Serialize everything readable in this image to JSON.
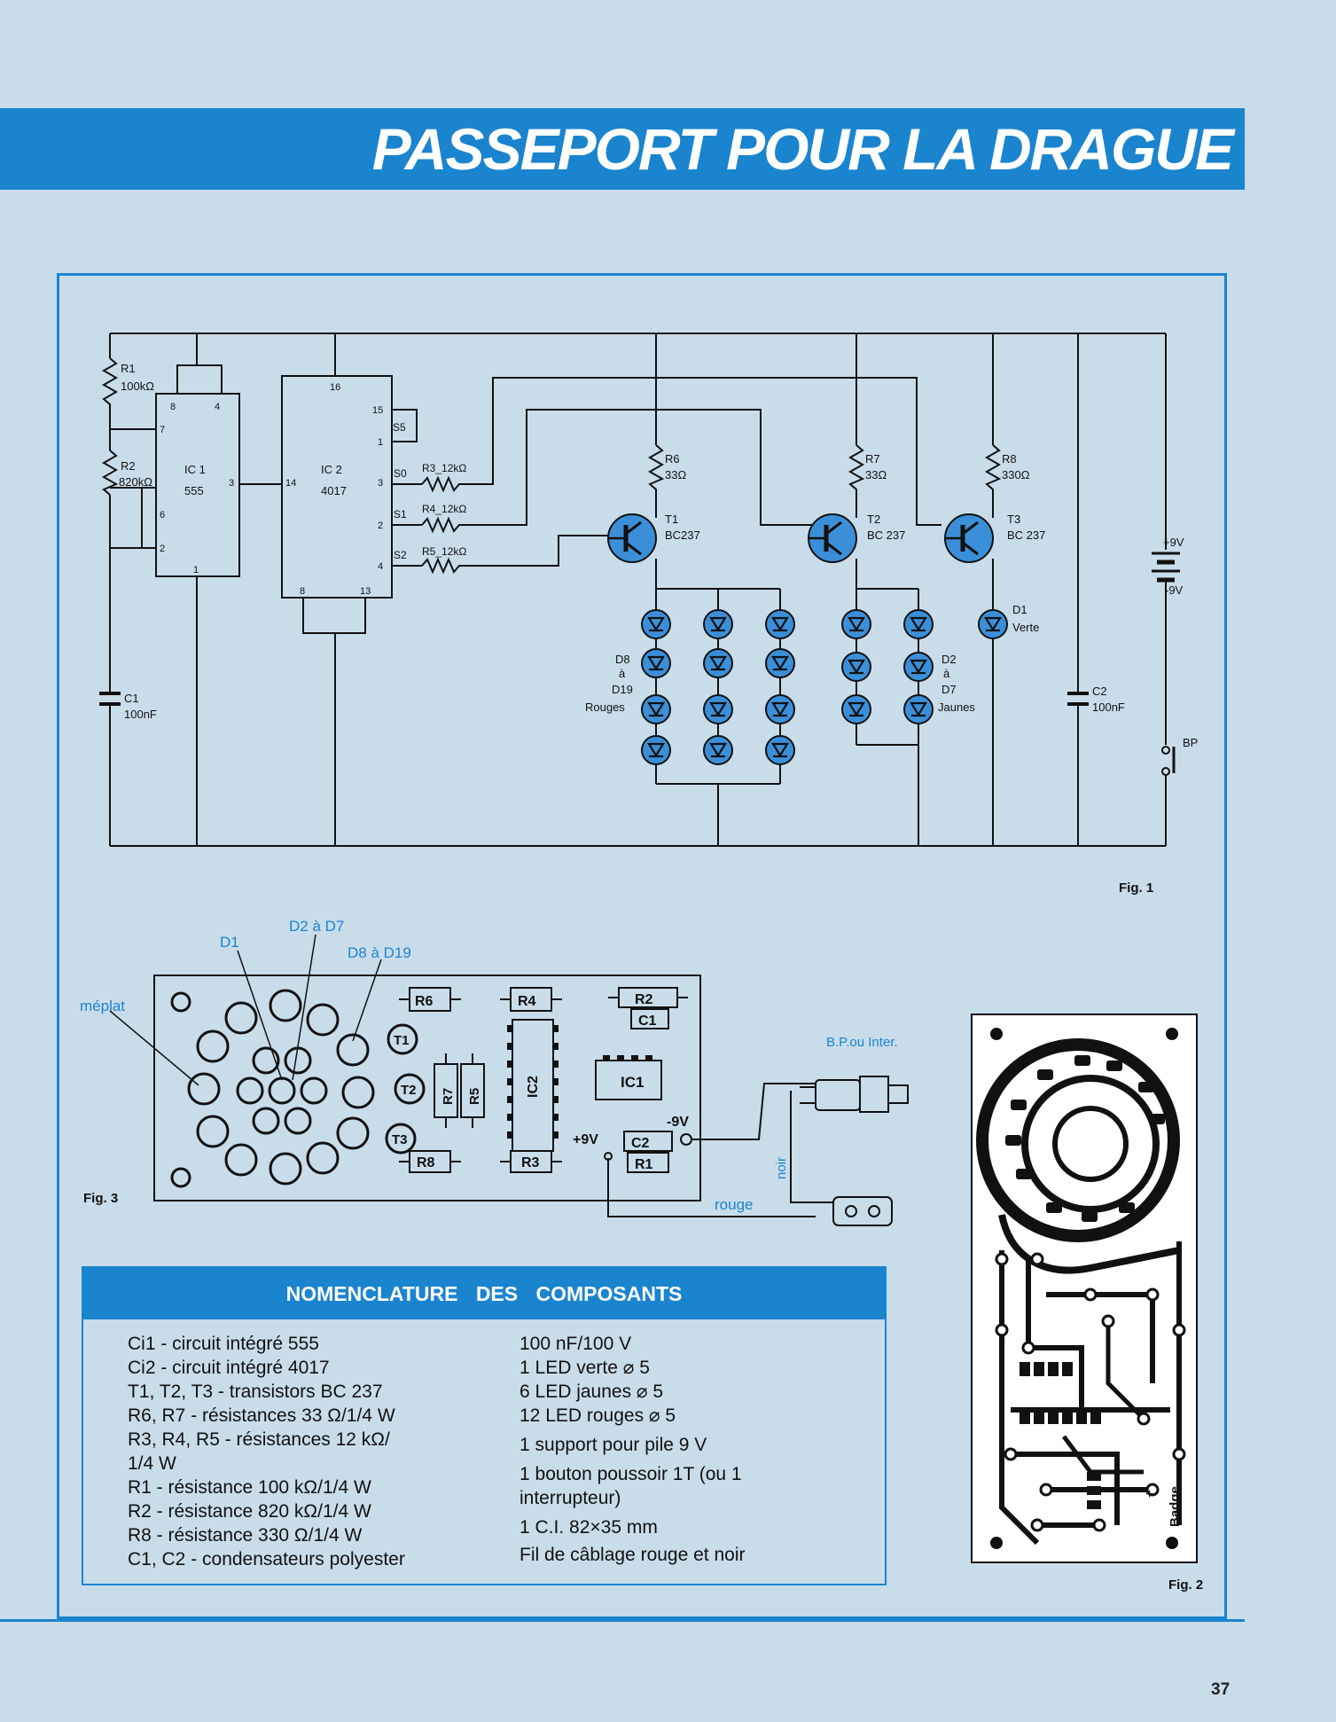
{
  "title": "PASSEPORT POUR LA DRAGUE",
  "page_number": "37",
  "fig1": {
    "label": "Fig. 1",
    "components": {
      "r1": {
        "name": "R1",
        "value": "100kΩ"
      },
      "r2": {
        "name": "R2",
        "value": "820kΩ"
      },
      "c1": {
        "name": "C1",
        "value": "100nF"
      },
      "ic1": {
        "name": "IC 1",
        "value": "555"
      },
      "ic2": {
        "name": "IC 2",
        "value": "4017"
      },
      "r3": "R3_12kΩ",
      "r4": "R4_12kΩ",
      "r5": "R5_12kΩ",
      "r6": {
        "name": "R6",
        "value": "33Ω"
      },
      "r7": {
        "name": "R7",
        "value": "33Ω"
      },
      "r8": {
        "name": "R8",
        "value": "330Ω"
      },
      "t1": {
        "name": "T1",
        "value": "BC237"
      },
      "t2": {
        "name": "T2",
        "value": "BC 237"
      },
      "t3": {
        "name": "T3",
        "value": "BC 237"
      },
      "d1": {
        "name": "D1",
        "value": "Verte"
      },
      "d2d7": {
        "line1": "D2",
        "line2": "à",
        "line3": "D7",
        "line4": "Jaunes"
      },
      "d8d19": {
        "line1": "D8",
        "line2": "à",
        "line3": "D19",
        "line4": "Rouges"
      },
      "c2": {
        "name": "C2",
        "value": "100nF"
      },
      "bp": "BP",
      "plus9": "+9V",
      "minus9": "-9V"
    },
    "pins": {
      "ic1_8": "8",
      "ic1_4": "4",
      "ic1_7": "7",
      "ic1_6": "6",
      "ic1_2": "2",
      "ic1_3": "3",
      "ic1_1": "1",
      "ic2_16": "16",
      "ic2_15": "15",
      "ic2_1": "1",
      "ic2_14": "14",
      "ic2_3": "3",
      "ic2_2": "2",
      "ic2_4": "4",
      "ic2_8": "8",
      "ic2_13": "13",
      "s0": "S0",
      "s1": "S1",
      "s2": "S2",
      "s5": "S5"
    }
  },
  "fig3": {
    "label": "Fig. 3",
    "meplat": "méplat",
    "d1": "D1",
    "d2d7": "D2 à D7",
    "d8d19": "D8 à D19",
    "parts": {
      "r6": "R6",
      "r4": "R4",
      "r2": "R2",
      "c1": "C1",
      "t1": "T1",
      "t2": "T2",
      "t3": "T3",
      "r7": "R7",
      "r5": "R5",
      "ic2": "IC2",
      "ic1": "IC1",
      "r8": "R8",
      "r3": "R3",
      "c2": "C2",
      "r1": "R1"
    },
    "plus9": "+9V",
    "minus9": "-9V",
    "bp": "B.P.ou Inter.",
    "noir": "noir",
    "rouge": "rouge"
  },
  "fig2": {
    "label": "Fig. 2",
    "badge": "Badge",
    "plus": "+"
  },
  "nomenclature": {
    "heading": "NOMENCLATURE DES COMPOSANTS",
    "left": [
      "Ci1 - circuit intégré 555",
      "Ci2 - circuit intégré 4017",
      "T1, T2, T3 - transistors BC 237",
      "R6, R7 - résistances 33 Ω/1/4 W",
      "R3, R4, R5 - résistances 12 kΩ/",
      "1/4 W",
      "R1 - résistance 100 kΩ/1/4 W",
      "R2 - résistance 820 kΩ/1/4 W",
      "R8 - résistance 330 Ω/1/4 W",
      "C1, C2 - condensateurs polyester"
    ],
    "right": [
      "100 nF/100 V",
      "1 LED verte ⌀ 5",
      "6 LED jaunes ⌀ 5",
      "12 LED rouges ⌀ 5",
      "1 support pour pile 9 V",
      "1 bouton poussoir 1T (ou 1",
      "interrupteur)",
      "1 C.I. 82×35 mm",
      "Fil de câblage rouge et noir"
    ]
  },
  "colors": {
    "accent": "#1b84cf",
    "paper": "#c9dcea",
    "led": "#3b8fd8"
  }
}
